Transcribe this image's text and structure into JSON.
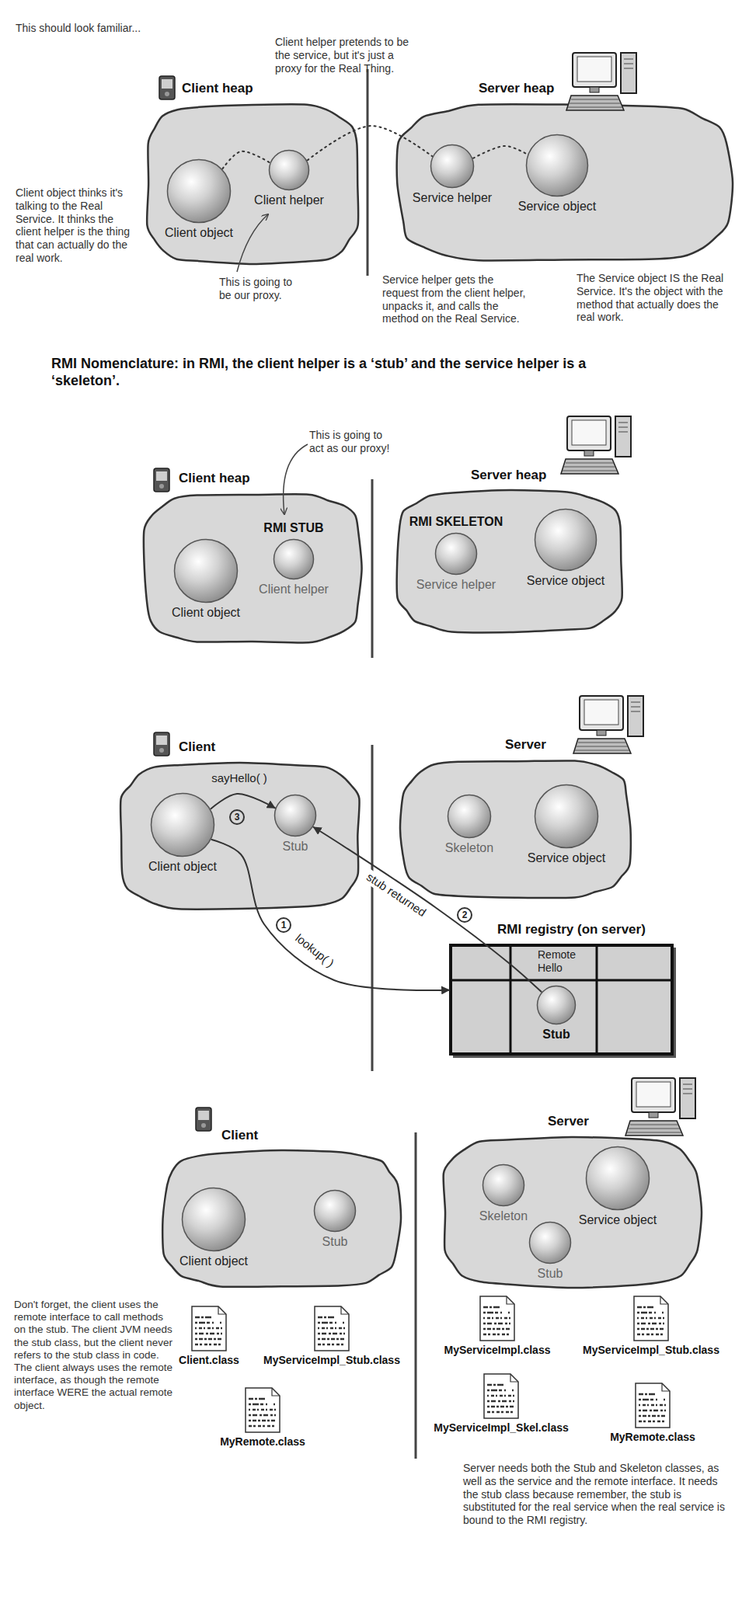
{
  "diagram": {
    "title": "RMI Nomenclature: in RMI, the client helper is a ‘stub’ and the service helper is a ‘skeleton’.",
    "nodes": [
      {
        "text": [
          "Client heap"
        ]
      },
      {
        "text": [
          "Client object"
        ],
        "in": 0
      },
      {
        "text": [
          "Client helper"
        ],
        "in": 0
      },
      {
        "text": [
          "Server heap"
        ]
      },
      {
        "text": [
          "Service helper"
        ],
        "in": 3
      },
      {
        "text": [
          "Service object"
        ],
        "in": 3
      },
      {
        "text": [
          "Client heap"
        ]
      },
      {
        "text": [
          "Client object"
        ],
        "in": 6
      },
      {
        "text": [
          "RMI STUB",
          "Client helper"
        ],
        "in": 6
      },
      {
        "text": [
          "Server heap"
        ]
      },
      {
        "text": [
          "RMI SKELETON",
          "Service helper"
        ],
        "in": 9
      },
      {
        "text": [
          "Service object"
        ],
        "in": 9
      },
      {
        "text": [
          "Client"
        ]
      },
      {
        "text": [
          "Client object"
        ],
        "in": 12
      },
      {
        "text": [
          "Stub"
        ],
        "in": 12
      },
      {
        "text": [
          "Server"
        ]
      },
      {
        "text": [
          "Skeleton"
        ],
        "in": 15
      },
      {
        "text": [
          "Service object"
        ],
        "in": 15
      },
      {
        "text": [
          "RMI registry (on server)",
          "Remote Hello"
        ]
      },
      {
        "text": [
          "Stub"
        ],
        "in": 18
      },
      {
        "text": [
          "Client"
        ]
      },
      {
        "text": [
          "Client object"
        ],
        "in": 20
      },
      {
        "text": [
          "Stub"
        ],
        "in": 20
      },
      {
        "text": [
          "Server"
        ]
      },
      {
        "text": [
          "Skeleton"
        ],
        "in": 23
      },
      {
        "text": [
          "Stub"
        ],
        "in": 23
      },
      {
        "text": [
          "Service object"
        ],
        "in": 23
      },
      {
        "text": [
          "Client.class"
        ]
      },
      {
        "text": [
          "MyServiceImpl_Stub.class"
        ]
      },
      {
        "text": [
          "MyRemote.class"
        ]
      },
      {
        "text": [
          "MyServiceImpl.class"
        ]
      },
      {
        "text": [
          "MyServiceImpl_Stub.class"
        ]
      },
      {
        "text": [
          "MyServiceImpl_Skel.class"
        ]
      },
      {
        "text": [
          "MyRemote.class"
        ]
      }
    ],
    "edges": [
      {
        "from": 1,
        "to": 2,
        "arrow": "none"
      },
      {
        "from": 2,
        "to": 4,
        "arrow": "none"
      },
      {
        "from": 4,
        "to": 5,
        "arrow": "none"
      },
      {
        "from": 13,
        "to": 18,
        "label": "lookup( )",
        "arrow": "to"
      },
      {
        "from": 19,
        "to": 14,
        "label": "stub returned",
        "arrow": "to"
      },
      {
        "from": 13,
        "to": 14,
        "label": "sayHello( )",
        "arrow": "to"
      }
    ],
    "labels": [
      "This should look familiar...",
      "Client helper pretends to be the service, but it's just a proxy for the Real Thing.",
      "Client object thinks it's talking to the Real Service. It thinks the client helper is the thing that can actually do the real work.",
      "This is going to be our proxy.",
      "Service helper gets the request from the client helper, unpacks it, and calls the method on the Real Service.",
      "The Service object IS the Real Service. It's the object with the method that actually does the real work.",
      "This is going to act as our proxy!",
      "1",
      "2",
      "3",
      "Don't forget, the client uses the remote interface to call methods on the stub. The client JVM needs the stub class, but the client never refers to the stub class in code. The client always uses the remote interface, as though the remote interface WERE the actual remote object.",
      "Server needs both the Stub and Skeleton classes, as well as the service and the remote interface. It needs the stub class because remember, the stub is substituted for the real service when the real service is bound to the RMI registry."
    ]
  }
}
